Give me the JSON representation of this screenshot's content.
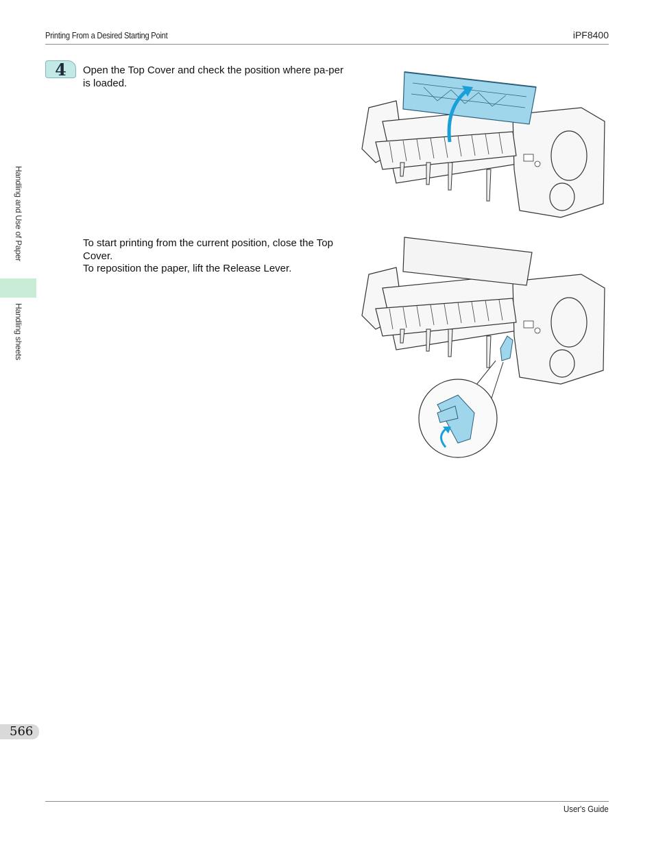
{
  "header": {
    "section_title": "Printing From a Desired Starting Point",
    "model": "iPF8400"
  },
  "side_tabs": {
    "chapter": "Handling and Use of Paper",
    "section": "Handling sheets"
  },
  "step": {
    "number": "4",
    "text": "Open the Top Cover and check the position where pa-per is loaded."
  },
  "note": {
    "line1": "To start printing from the current position, close the Top Cover.",
    "line2": "To reposition the paper, lift the Release Lever."
  },
  "figures": {
    "fig1_icon": "printer-top-cover-open-illustration",
    "fig2_icon": "printer-release-lever-illustration",
    "highlight_color": "#9fd6ec"
  },
  "footer": {
    "page_number": "566",
    "guide_name": "User's Guide"
  }
}
